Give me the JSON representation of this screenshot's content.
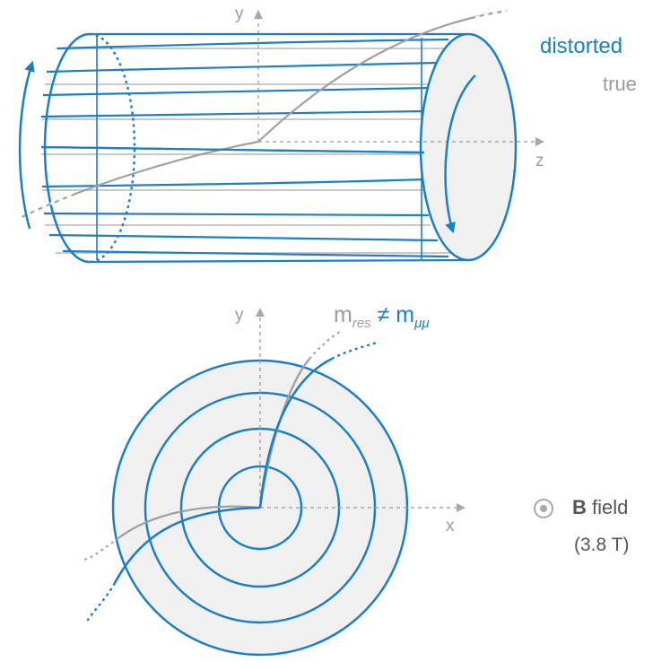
{
  "legend": {
    "distorted": "distorted",
    "true": "true"
  },
  "axes": {
    "top": {
      "y": "y",
      "z": "z"
    },
    "bottom": {
      "y": "y",
      "x": "x"
    }
  },
  "mass_label": {
    "m_res_base": "m",
    "m_res_sub": "res",
    "neq": " ≠ ",
    "m_mumu_base": "m",
    "m_mumu_sub": "μμ"
  },
  "field": {
    "symbol": "B",
    "word": " field",
    "value": "(3.8 T)",
    "icon": "out-of-page-dot-icon"
  },
  "colors": {
    "distorted": "#1a7fc4",
    "true": "#9b9b9b",
    "fill": "#f0f0f0",
    "axis": "#9b9b9b",
    "text": "#555555"
  }
}
